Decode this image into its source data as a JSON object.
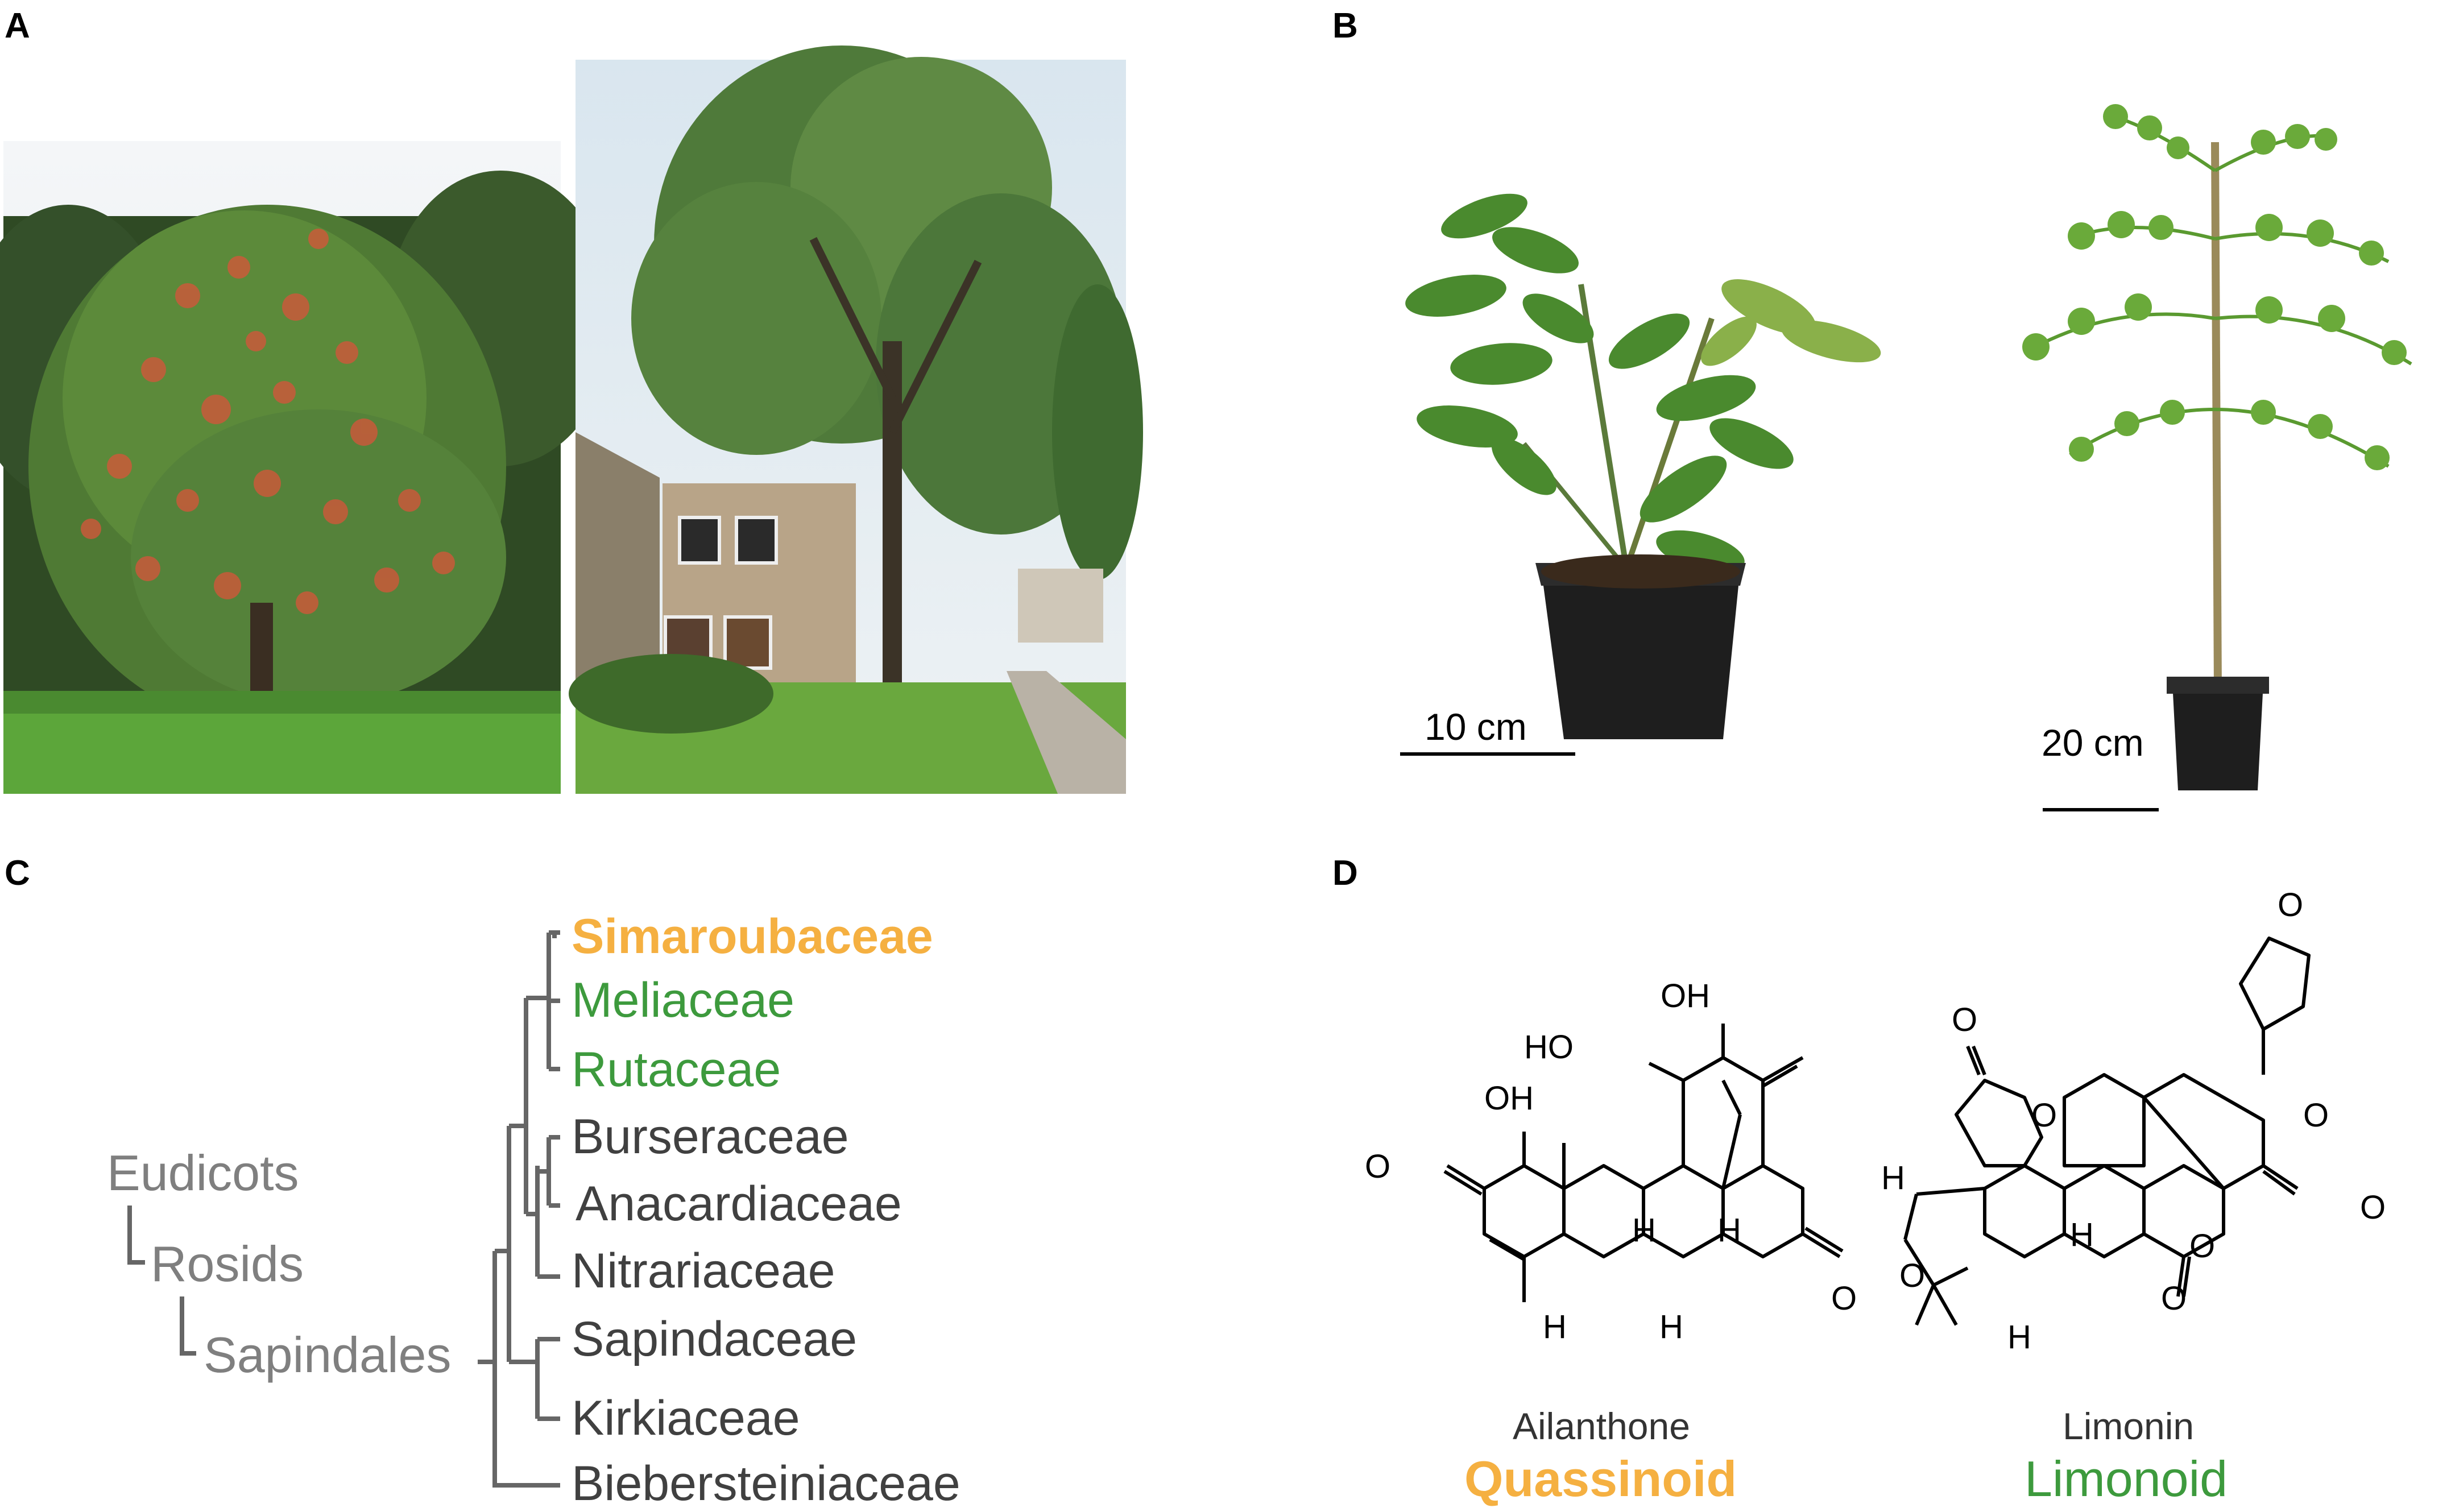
{
  "panels": {
    "A": {
      "label": "A"
    },
    "B": {
      "label": "B",
      "scale_left": "10 cm",
      "scale_right": "20 cm"
    },
    "C": {
      "label": "C",
      "outgroup": [
        "Eudicots",
        "Rosids",
        "Sapindales"
      ],
      "families": [
        {
          "name": "Simaroubaceae",
          "color": "#f5b041"
        },
        {
          "name": "Meliaceae",
          "color": "#3d9a3d"
        },
        {
          "name": "Rutaceae",
          "color": "#3d9a3d"
        },
        {
          "name": "Burseraceae",
          "color": "#404040"
        },
        {
          "name": "Anacardiaceae",
          "color": "#404040"
        },
        {
          "name": "Nitrariaceae",
          "color": "#404040"
        },
        {
          "name": "Sapindaceae",
          "color": "#404040"
        },
        {
          "name": "Kirkiaceae",
          "color": "#404040"
        },
        {
          "name": "Biebersteiniaceae",
          "color": "#404040"
        }
      ]
    },
    "D": {
      "label": "D",
      "compounds": [
        {
          "name": "Ailanthone",
          "class": "Quassinoid",
          "class_color": "#f5b041"
        },
        {
          "name": "Limonin",
          "class": "Limonoid",
          "class_color": "#3d9a3d"
        }
      ],
      "atoms": {
        "oh": "OH",
        "ho": "HO",
        "o": "O",
        "h": "H"
      }
    }
  }
}
